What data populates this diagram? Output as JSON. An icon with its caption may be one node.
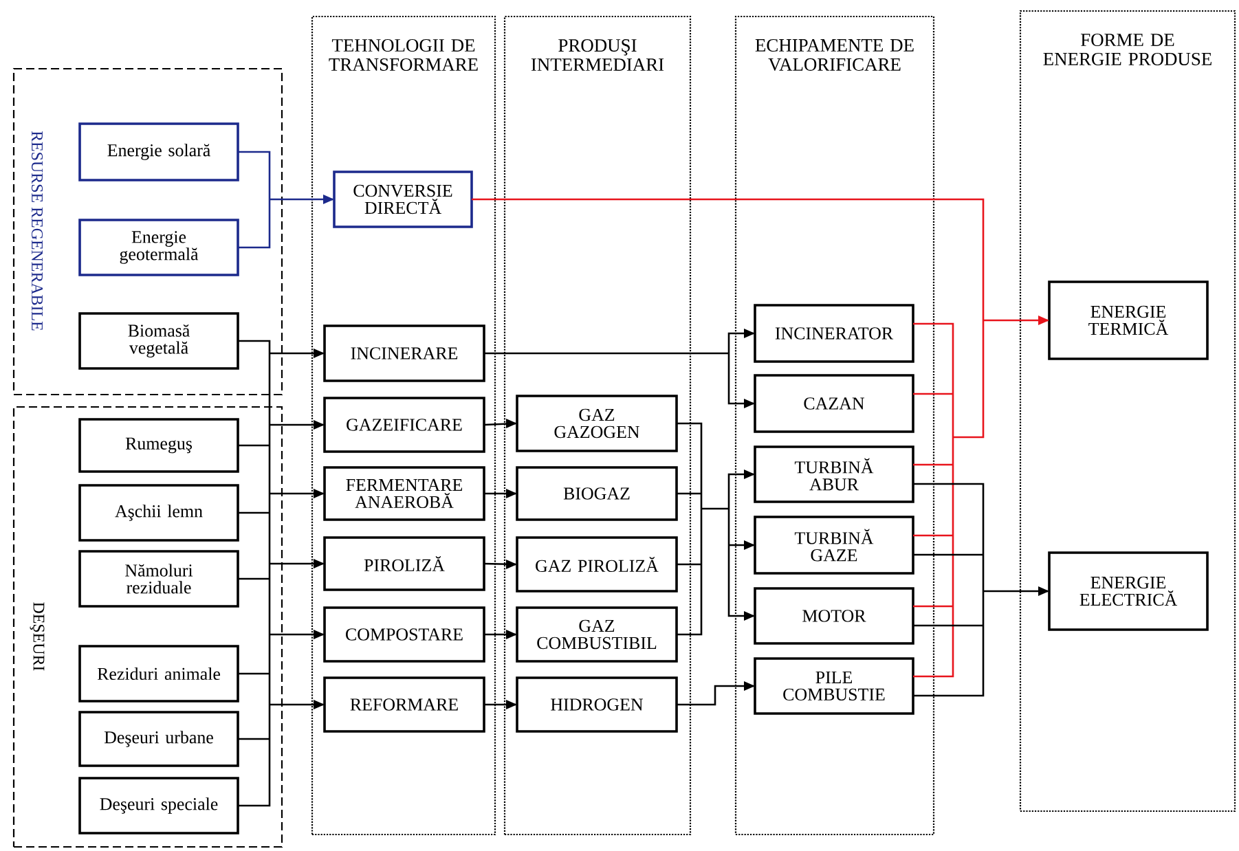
{
  "diagram": {
    "nodes": [
      {
        "text": [
          "RESURSE REGENERABILE"
        ]
      },
      {
        "text": [
          "Energie solară"
        ],
        "in": 0
      },
      {
        "text": [
          "Energie geotermală"
        ],
        "in": 0
      },
      {
        "text": [
          "Biomasă vegetală"
        ],
        "in": 0
      },
      {
        "text": [
          "DEŞEURI"
        ]
      },
      {
        "text": [
          "Rumeguş"
        ],
        "in": 4
      },
      {
        "text": [
          "Aşchii lemn"
        ],
        "in": 4
      },
      {
        "text": [
          "Nămoluri reziduale"
        ],
        "in": 4
      },
      {
        "text": [
          "Reziduri animale"
        ],
        "in": 4
      },
      {
        "text": [
          "Deşeuri urbane"
        ],
        "in": 4
      },
      {
        "text": [
          "Deşeuri speciale"
        ],
        "in": 4
      },
      {
        "text": [
          "TEHNOLOGII DE TRANSFORMARE"
        ]
      },
      {
        "text": [
          "CONVERSIE DIRECTĂ"
        ],
        "in": 11
      },
      {
        "text": [
          "INCINERARE"
        ],
        "in": 11
      },
      {
        "text": [
          "GAZEIFICARE"
        ],
        "in": 11
      },
      {
        "text": [
          "FERMENTARE ANAEROBĂ"
        ],
        "in": 11
      },
      {
        "text": [
          "PIROLIZĂ"
        ],
        "in": 11
      },
      {
        "text": [
          "COMPOSTARE"
        ],
        "in": 11
      },
      {
        "text": [
          "REFORMARE"
        ],
        "in": 11
      },
      {
        "text": [
          "PRODUŞI INTERMEDIARI"
        ]
      },
      {
        "text": [
          "GAZ GAZOGEN"
        ],
        "in": 19
      },
      {
        "text": [
          "BIOGAZ"
        ],
        "in": 19
      },
      {
        "text": [
          "GAZ PIROLIZĂ"
        ],
        "in": 19
      },
      {
        "text": [
          "GAZ COMBUSTIBIL"
        ],
        "in": 19
      },
      {
        "text": [
          "HIDROGEN"
        ],
        "in": 19
      },
      {
        "text": [
          "ECHIPAMENTE DE VALORIFICARE"
        ]
      },
      {
        "text": [
          "INCINERATOR"
        ],
        "in": 25
      },
      {
        "text": [
          "CAZAN"
        ],
        "in": 25
      },
      {
        "text": [
          "TURBINĂ ABUR"
        ],
        "in": 25
      },
      {
        "text": [
          "TURBINĂ GAZE"
        ],
        "in": 25
      },
      {
        "text": [
          "MOTOR"
        ],
        "in": 25
      },
      {
        "text": [
          "PILE COMBUSTIE"
        ],
        "in": 25
      },
      {
        "text": [
          "FORME DE ENERGIE PRODUSE"
        ]
      },
      {
        "text": [
          "ENERGIE TERMICĂ"
        ],
        "in": 32
      },
      {
        "text": [
          "ENERGIE ELECTRICĂ"
        ],
        "in": 32
      }
    ],
    "edges": [
      {
        "from": 1,
        "to": 12,
        "arrow": "to",
        "color": "#1c2a8c"
      },
      {
        "from": 2,
        "to": 12,
        "arrow": "to",
        "color": "#1c2a8c"
      },
      {
        "from": 3,
        "to": 13,
        "arrow": "to"
      },
      {
        "from": 3,
        "to": 14,
        "arrow": "to"
      },
      {
        "from": 3,
        "to": 15,
        "arrow": "to"
      },
      {
        "from": 3,
        "to": 16,
        "arrow": "to"
      },
      {
        "from": 3,
        "to": 17,
        "arrow": "to"
      },
      {
        "from": 3,
        "to": 18,
        "arrow": "to"
      },
      {
        "from": 5,
        "to": 13,
        "arrow": "to"
      },
      {
        "from": 5,
        "to": 14,
        "arrow": "to"
      },
      {
        "from": 5,
        "to": 15,
        "arrow": "to"
      },
      {
        "from": 5,
        "to": 16,
        "arrow": "to"
      },
      {
        "from": 5,
        "to": 17,
        "arrow": "to"
      },
      {
        "from": 5,
        "to": 18,
        "arrow": "to"
      },
      {
        "from": 6,
        "to": 13,
        "arrow": "to"
      },
      {
        "from": 6,
        "to": 14,
        "arrow": "to"
      },
      {
        "from": 6,
        "to": 15,
        "arrow": "to"
      },
      {
        "from": 6,
        "to": 16,
        "arrow": "to"
      },
      {
        "from": 6,
        "to": 17,
        "arrow": "to"
      },
      {
        "from": 6,
        "to": 18,
        "arrow": "to"
      },
      {
        "from": 7,
        "to": 13,
        "arrow": "to"
      },
      {
        "from": 7,
        "to": 14,
        "arrow": "to"
      },
      {
        "from": 7,
        "to": 15,
        "arrow": "to"
      },
      {
        "from": 7,
        "to": 16,
        "arrow": "to"
      },
      {
        "from": 7,
        "to": 17,
        "arrow": "to"
      },
      {
        "from": 7,
        "to": 18,
        "arrow": "to"
      },
      {
        "from": 8,
        "to": 13,
        "arrow": "to"
      },
      {
        "from": 8,
        "to": 14,
        "arrow": "to"
      },
      {
        "from": 8,
        "to": 15,
        "arrow": "to"
      },
      {
        "from": 8,
        "to": 16,
        "arrow": "to"
      },
      {
        "from": 8,
        "to": 17,
        "arrow": "to"
      },
      {
        "from": 8,
        "to": 18,
        "arrow": "to"
      },
      {
        "from": 9,
        "to": 13,
        "arrow": "to"
      },
      {
        "from": 9,
        "to": 14,
        "arrow": "to"
      },
      {
        "from": 9,
        "to": 15,
        "arrow": "to"
      },
      {
        "from": 9,
        "to": 16,
        "arrow": "to"
      },
      {
        "from": 9,
        "to": 17,
        "arrow": "to"
      },
      {
        "from": 9,
        "to": 18,
        "arrow": "to"
      },
      {
        "from": 10,
        "to": 13,
        "arrow": "to"
      },
      {
        "from": 10,
        "to": 14,
        "arrow": "to"
      },
      {
        "from": 10,
        "to": 15,
        "arrow": "to"
      },
      {
        "from": 10,
        "to": 16,
        "arrow": "to"
      },
      {
        "from": 10,
        "to": 17,
        "arrow": "to"
      },
      {
        "from": 10,
        "to": 18,
        "arrow": "to"
      },
      {
        "from": 12,
        "to": 33,
        "arrow": "to",
        "color": "#e8141c"
      },
      {
        "from": 13,
        "to": 26,
        "arrow": "to"
      },
      {
        "from": 13,
        "to": 27,
        "arrow": "to"
      },
      {
        "from": 14,
        "to": 20,
        "arrow": "to"
      },
      {
        "from": 15,
        "to": 21,
        "arrow": "to"
      },
      {
        "from": 16,
        "to": 22,
        "arrow": "to"
      },
      {
        "from": 17,
        "to": 23,
        "arrow": "to"
      },
      {
        "from": 18,
        "to": 24,
        "arrow": "to"
      },
      {
        "from": 20,
        "to": 28,
        "arrow": "to"
      },
      {
        "from": 20,
        "to": 29,
        "arrow": "to"
      },
      {
        "from": 20,
        "to": 30,
        "arrow": "to"
      },
      {
        "from": 21,
        "to": 28,
        "arrow": "to"
      },
      {
        "from": 21,
        "to": 29,
        "arrow": "to"
      },
      {
        "from": 21,
        "to": 30,
        "arrow": "to"
      },
      {
        "from": 22,
        "to": 28,
        "arrow": "to"
      },
      {
        "from": 22,
        "to": 29,
        "arrow": "to"
      },
      {
        "from": 22,
        "to": 30,
        "arrow": "to"
      },
      {
        "from": 23,
        "to": 28,
        "arrow": "to"
      },
      {
        "from": 23,
        "to": 29,
        "arrow": "to"
      },
      {
        "from": 23,
        "to": 30,
        "arrow": "to"
      },
      {
        "from": 24,
        "to": 31,
        "arrow": "to"
      },
      {
        "from": 26,
        "to": 33,
        "arrow": "to",
        "color": "#e8141c"
      },
      {
        "from": 27,
        "to": 33,
        "arrow": "to",
        "color": "#e8141c"
      },
      {
        "from": 28,
        "to": 33,
        "arrow": "to",
        "color": "#e8141c"
      },
      {
        "from": 29,
        "to": 33,
        "arrow": "to",
        "color": "#e8141c"
      },
      {
        "from": 30,
        "to": 33,
        "arrow": "to",
        "color": "#e8141c"
      },
      {
        "from": 31,
        "to": 33,
        "arrow": "to",
        "color": "#e8141c"
      },
      {
        "from": 28,
        "to": 34,
        "arrow": "to"
      },
      {
        "from": 29,
        "to": 34,
        "arrow": "to"
      },
      {
        "from": 30,
        "to": 34,
        "arrow": "to"
      },
      {
        "from": 31,
        "to": 34,
        "arrow": "to"
      }
    ]
  }
}
